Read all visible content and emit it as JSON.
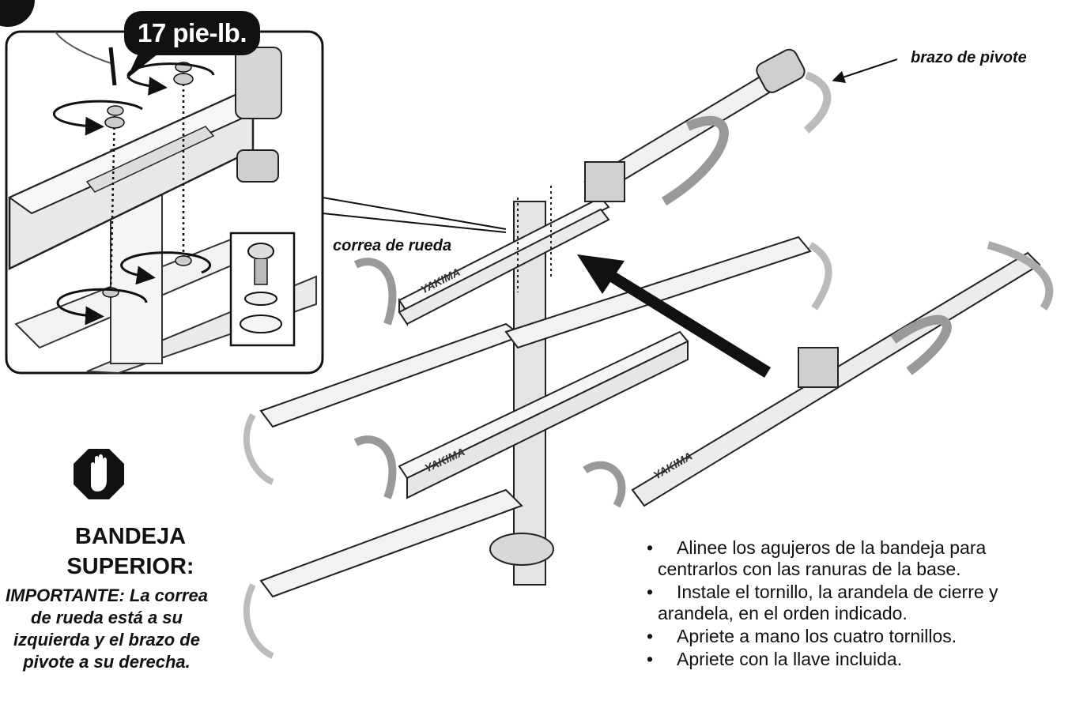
{
  "inset": {
    "torque_label": "17 pie-lb."
  },
  "labels": {
    "pivot_arm": "brazo de pivote",
    "wheel_strap": "correa de rueda"
  },
  "brand_marking": "YAKIMA",
  "stop_notice": {
    "icon": "hand-stop-icon",
    "title_line1": "BANDEJA",
    "title_line2": "SUPERIOR:",
    "note_line1": "IMPORTANTE: La correa",
    "note_line2": "de rueda está a su",
    "note_line3": "izquierda y el brazo de",
    "note_line4": "pivote a su derecha."
  },
  "instructions": [
    {
      "bullet": "•",
      "line1": "Alinee los agujeros de la bandeja para",
      "line2": "centrarlos con las ranuras de la base."
    },
    {
      "bullet": "•",
      "line1": "Instale el tornillo, la arandela de cierre y",
      "line2": "arandela, en el orden indicado."
    },
    {
      "bullet": "•",
      "line1": "Apriete a mano los cuatro tornillos.",
      "line2": ""
    },
    {
      "bullet": "•",
      "line1": "Apriete con la llave incluida.",
      "line2": ""
    }
  ]
}
